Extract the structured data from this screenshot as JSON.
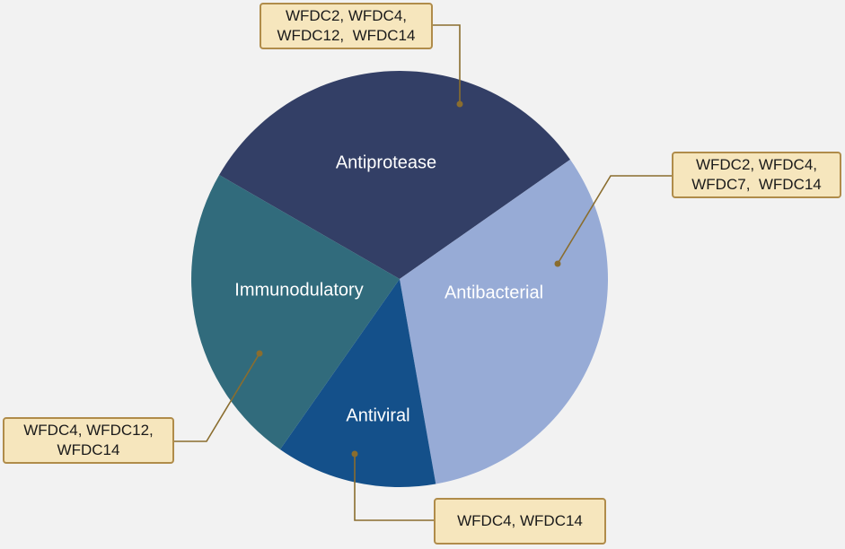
{
  "colors": {
    "background": "#f2f2f2",
    "connector": "#8a6d2e",
    "callout_fill": "#f6e6bd",
    "callout_border": "#b08c4a"
  },
  "segments": [
    {
      "label": "Antiprotease",
      "color": "#333f66",
      "label_color": "#ffffff"
    },
    {
      "label": "Antibacterial",
      "color": "#97abd6",
      "label_color": "#ffffff"
    },
    {
      "label": "Antiviral",
      "color": "#14508a",
      "label_color": "#ffffff"
    },
    {
      "label": "Immunodulatory",
      "color": "#316b7c",
      "label_color": "#ffffff"
    }
  ],
  "callouts": {
    "antiprotease": {
      "line1": "WFDC2, WFDC4,",
      "line2": "WFDC12,  WFDC14"
    },
    "antibacterial": {
      "line1": "WFDC2, WFDC4,",
      "line2": "WFDC7,  WFDC14"
    },
    "antiviral": {
      "line1": "WFDC4, WFDC14"
    },
    "immunodulatory": {
      "line1": "WFDC4, WFDC12,",
      "line2": "WFDC14"
    }
  }
}
